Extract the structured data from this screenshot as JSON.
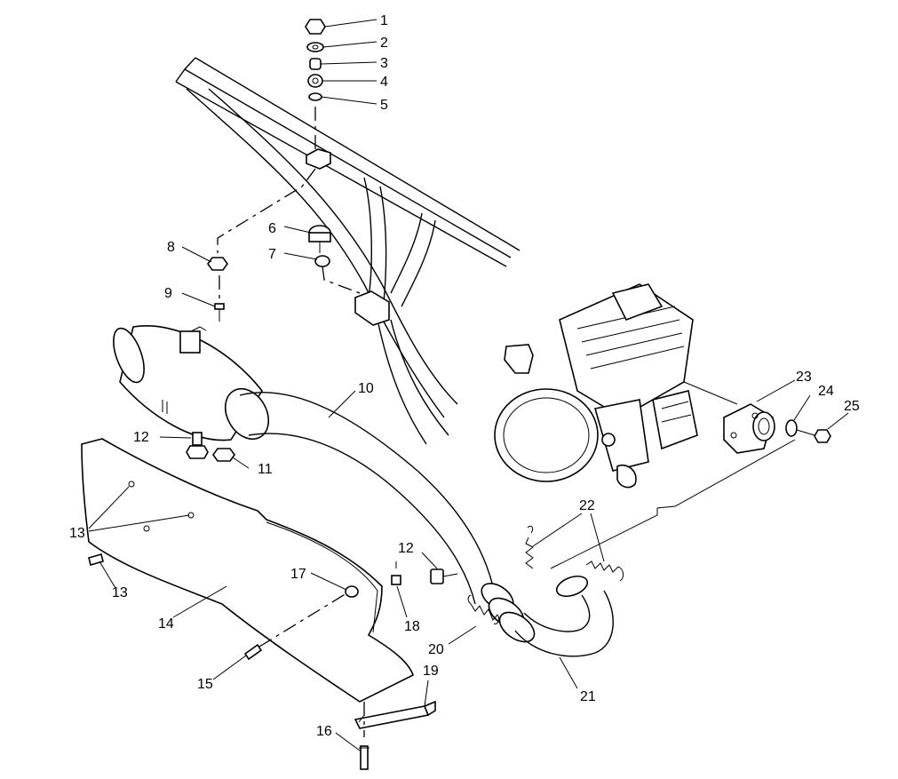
{
  "callouts": [
    {
      "id": "c1",
      "label": "1"
    },
    {
      "id": "c2",
      "label": "2"
    },
    {
      "id": "c3",
      "label": "3"
    },
    {
      "id": "c4",
      "label": "4"
    },
    {
      "id": "c5",
      "label": "5"
    },
    {
      "id": "c6",
      "label": "6"
    },
    {
      "id": "c7",
      "label": "7"
    },
    {
      "id": "c8",
      "label": "8"
    },
    {
      "id": "c9",
      "label": "9"
    },
    {
      "id": "c10",
      "label": "10"
    },
    {
      "id": "c11",
      "label": "11"
    },
    {
      "id": "c12a",
      "label": "12"
    },
    {
      "id": "c12b",
      "label": "12"
    },
    {
      "id": "c13a",
      "label": "13"
    },
    {
      "id": "c13b",
      "label": "13"
    },
    {
      "id": "c14",
      "label": "14"
    },
    {
      "id": "c15",
      "label": "15"
    },
    {
      "id": "c16",
      "label": "16"
    },
    {
      "id": "c17",
      "label": "17"
    },
    {
      "id": "c18",
      "label": "18"
    },
    {
      "id": "c19",
      "label": "19"
    },
    {
      "id": "c20",
      "label": "20"
    },
    {
      "id": "c21",
      "label": "21"
    },
    {
      "id": "c22",
      "label": "22"
    },
    {
      "id": "c23",
      "label": "23"
    },
    {
      "id": "c24",
      "label": "24"
    },
    {
      "id": "c25",
      "label": "25"
    }
  ]
}
